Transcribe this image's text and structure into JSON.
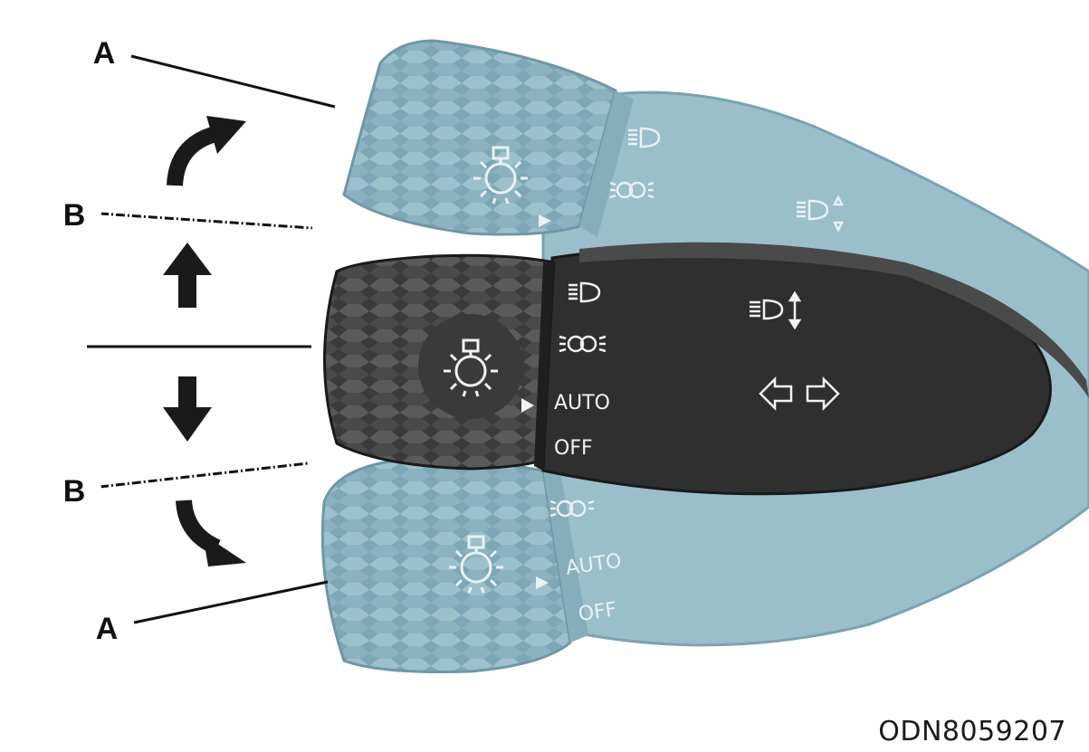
{
  "callouts": {
    "a_top": "A",
    "b_top": "B",
    "b_bottom": "B",
    "a_bottom": "A"
  },
  "switch_labels": {
    "auto": "AUTO",
    "off": "OFF"
  },
  "ghost_labels": {
    "auto": "AUTO",
    "off": "OFF"
  },
  "icons": {
    "headlight_dial": "headlight-switch-icon",
    "low_beam": "low-beam-icon",
    "position_lamp": "position-lamp-icon",
    "high_beam_flash": "high-beam-flash-icon",
    "turn_left": "turn-signal-left-icon",
    "turn_right": "turn-signal-right-icon"
  },
  "figure_code": "ODN8059207",
  "colors": {
    "ghost_blue": "#8fb4c2",
    "ghost_blue_dark": "#6f97a8",
    "stalk_dark": "#3a3a3a",
    "stalk_black": "#1e1e1e",
    "arrow": "#1a1a1a"
  }
}
